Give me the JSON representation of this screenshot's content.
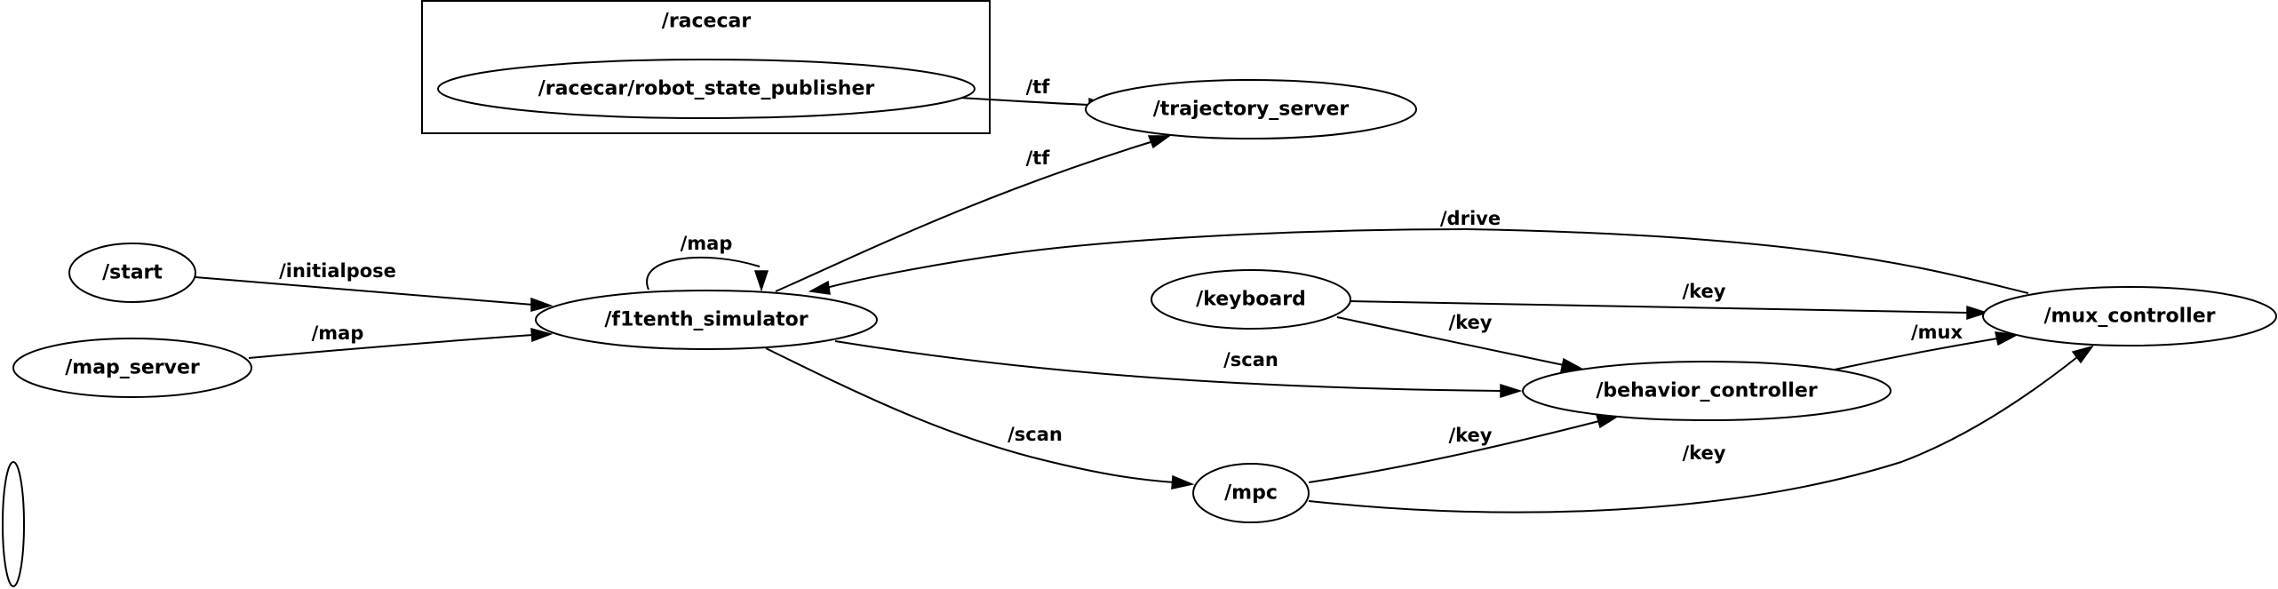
{
  "graph": {
    "clusters": {
      "racecar": {
        "label": "/racecar"
      }
    },
    "nodes": {
      "robot_state_publisher": {
        "label": "/racecar/robot_state_publisher"
      },
      "trajectory_server": {
        "label": "/trajectory_server"
      },
      "start": {
        "label": "/start"
      },
      "map_server": {
        "label": "/map_server"
      },
      "f1tenth_simulator": {
        "label": "/f1tenth_simulator"
      },
      "keyboard": {
        "label": "/keyboard"
      },
      "behavior_controller": {
        "label": "/behavior_controller"
      },
      "mux_controller": {
        "label": "/mux_controller"
      },
      "mpc": {
        "label": "/mpc"
      },
      "unlabeled_node": {
        "label": ""
      }
    },
    "edges": {
      "tf_rsp_to_traj": {
        "label": "/tf"
      },
      "tf_sim_to_traj": {
        "label": "/tf"
      },
      "map_self_loop": {
        "label": "/map"
      },
      "initialpose_start_to_sim": {
        "label": "/initialpose"
      },
      "map_server_to_sim": {
        "label": "/map"
      },
      "drive_mux_to_sim": {
        "label": "/drive"
      },
      "key_keyboard_to_mux": {
        "label": "/key"
      },
      "key_keyboard_to_behavior": {
        "label": "/key"
      },
      "mux_behavior_to_mux": {
        "label": "/mux"
      },
      "scan_sim_to_behavior": {
        "label": "/scan"
      },
      "scan_sim_to_mpc": {
        "label": "/scan"
      },
      "key_mpc_to_behavior": {
        "label": "/key"
      },
      "key_mpc_to_mux": {
        "label": "/key"
      }
    }
  }
}
